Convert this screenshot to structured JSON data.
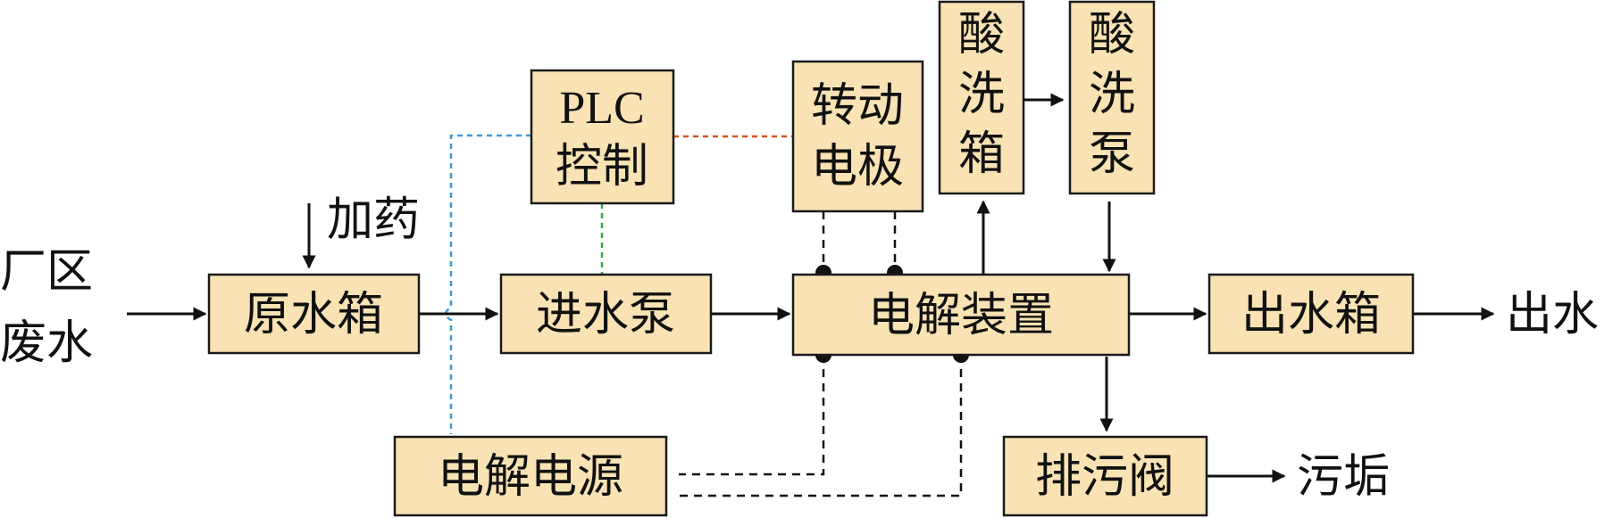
{
  "diagram": {
    "inputs": {
      "wastewater_line1": "厂区",
      "wastewater_line2": "废水",
      "dosing": "加药"
    },
    "boxes": {
      "raw_tank": "原水箱",
      "feed_pump": "进水泵",
      "plc_line1": "PLC",
      "plc_line2": "控制",
      "rotating_electrode_line1": "转动",
      "rotating_electrode_line2": "电极",
      "acid_tank_line1": "酸",
      "acid_tank_line2": "洗",
      "acid_tank_line3": "箱",
      "acid_pump_line1": "酸",
      "acid_pump_line2": "洗",
      "acid_pump_line3": "泵",
      "electrolysis_device": "电解装置",
      "outlet_tank": "出水箱",
      "drain_valve": "排污阀",
      "power_supply": "电解电源"
    },
    "outputs": {
      "effluent": "出水",
      "scale": "污垢"
    },
    "colors": {
      "box_fill": "#f9e2b3",
      "plc_raw_tank_link": "#3a9ad9",
      "plc_pump_link": "#3aa845",
      "plc_electrode_link": "#d2541d"
    }
  }
}
